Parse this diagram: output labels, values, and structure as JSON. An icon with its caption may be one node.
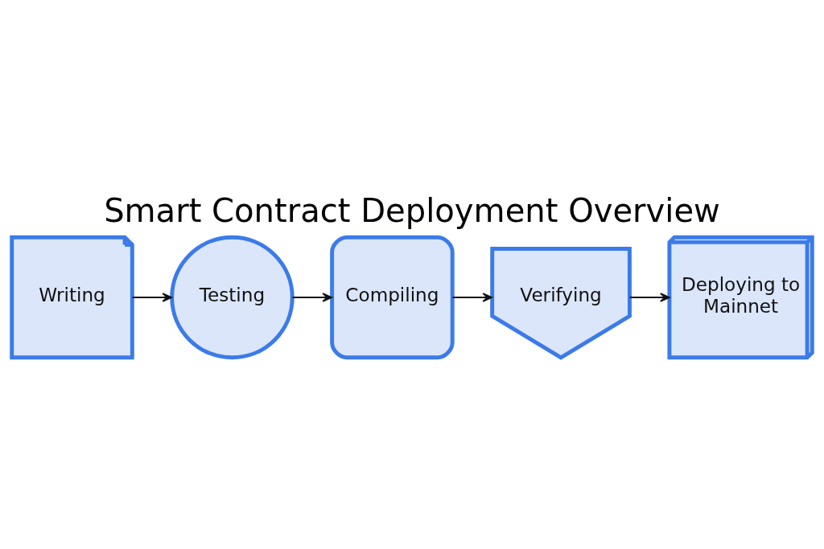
{
  "diagram": {
    "title": "Smart Contract Deployment Overview",
    "nodes": [
      {
        "text": [
          "Writing"
        ]
      },
      {
        "text": [
          "Testing"
        ]
      },
      {
        "text": [
          "Compiling"
        ]
      },
      {
        "text": [
          "Verifying"
        ]
      },
      {
        "text": [
          "Deploying to Mainnet"
        ]
      }
    ],
    "edges": [
      {
        "from": 0,
        "to": 1,
        "arrow": "to"
      },
      {
        "from": 1,
        "to": 2,
        "arrow": "to"
      },
      {
        "from": 2,
        "to": 3,
        "arrow": "to"
      },
      {
        "from": 3,
        "to": 4,
        "arrow": "to"
      }
    ]
  }
}
